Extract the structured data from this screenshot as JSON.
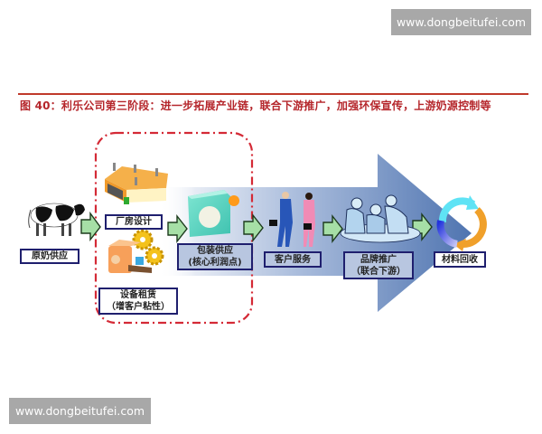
{
  "watermarks": {
    "top": "www.dongbeitufei.com",
    "bottom": "www.dongbeitufei.com"
  },
  "figure": {
    "title": "图 40：利乐公司第三阶段：进一步拓展产业链，联合下游推广，加强环保宣传，上游奶源控制等",
    "title_color": "#b5262b",
    "dashed_region_color": "#d42a36",
    "big_arrow_color": "#5b7fb8"
  },
  "nodes": [
    {
      "id": "raw-milk",
      "label": "原奶供应",
      "icon": "cow-icon"
    },
    {
      "id": "factory",
      "label": "厂房设计",
      "icon": "factory-icon"
    },
    {
      "id": "equipment",
      "label": "设备租赁",
      "sublabel": "（增客户粘性）",
      "icon": "gear-machine-icon"
    },
    {
      "id": "packaging",
      "label": "包装供应",
      "sublabel": "(核心利润点)",
      "icon": "package-box-icon"
    },
    {
      "id": "service",
      "label": "客户服务",
      "icon": "handshake-people-icon"
    },
    {
      "id": "brand",
      "label": "品牌推广",
      "sublabel": "（联合下游）",
      "icon": "team-meeting-icon"
    },
    {
      "id": "recycle",
      "label": "材料回收",
      "icon": "recycle-arrows-icon"
    }
  ]
}
